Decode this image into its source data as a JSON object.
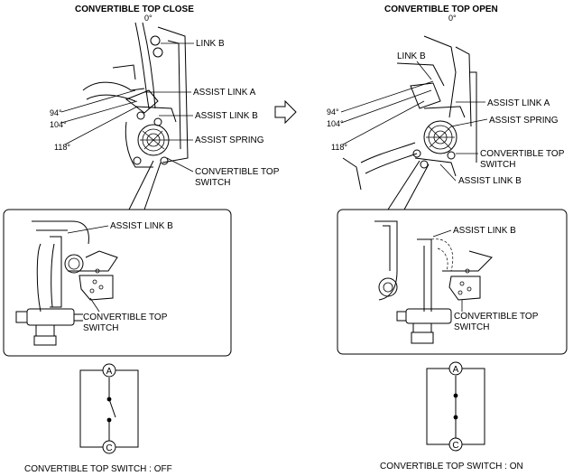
{
  "left": {
    "title": "CONVERTIBLE TOP CLOSE",
    "angle_0": "0°",
    "angle_94": "94°",
    "angle_104": "104°",
    "angle_118": "118°",
    "labels": {
      "link_b": "LINK B",
      "assist_link_a": "ASSIST LINK A",
      "assist_link_b": "ASSIST LINK B",
      "assist_spring": "ASSIST SPRING",
      "switch_line1": "CONVERTIBLE TOP",
      "switch_line2": "SWITCH"
    },
    "detail": {
      "assist_link_b": "ASSIST LINK B",
      "switch_line1": "CONVERTIBLE TOP",
      "switch_line2": "SWITCH"
    },
    "circuit": {
      "terminal_a": "A",
      "terminal_c": "C",
      "state": "CONVERTIBLE TOP SWITCH : OFF"
    }
  },
  "right": {
    "title": "CONVERTIBLE TOP OPEN",
    "angle_0": "0°",
    "angle_94": "94°",
    "angle_104": "104°",
    "angle_118": "118°",
    "labels": {
      "link_b": "LINK B",
      "assist_link_a": "ASSIST LINK A",
      "assist_spring": "ASSIST SPRING",
      "switch_line1": "CONVERTIBLE TOP",
      "switch_line2": "SWITCH",
      "assist_link_b": "ASSIST LINK B"
    },
    "detail": {
      "assist_link_b": "ASSIST LINK B",
      "switch_line1": "CONVERTIBLE TOP",
      "switch_line2": "SWITCH"
    },
    "circuit": {
      "terminal_a": "A",
      "terminal_c": "C",
      "state": "CONVERTIBLE TOP SWITCH : ON"
    }
  },
  "arrow_icon": "right-arrow-icon"
}
